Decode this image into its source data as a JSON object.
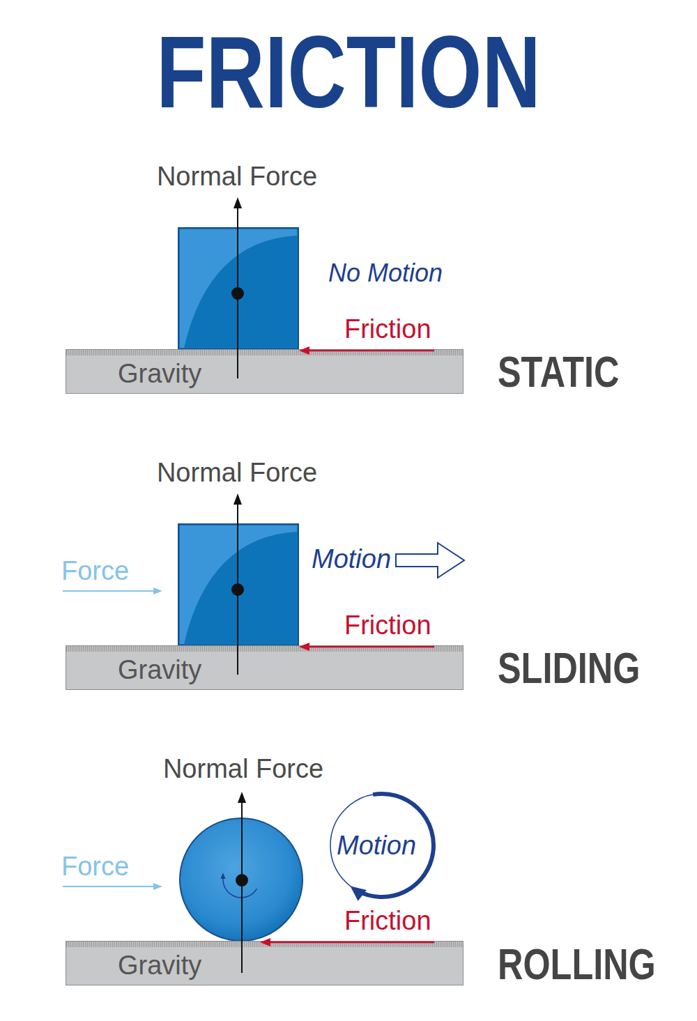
{
  "diagram": {
    "title": "FRICTION",
    "nodes": [
      {
        "text": [
          "Gravity"
        ]
      },
      {
        "text": [
          "Gravity"
        ]
      },
      {
        "text": [
          "Gravity"
        ]
      }
    ],
    "labels": [
      "Normal Force",
      "No Motion",
      "Friction",
      "STATIC",
      "Normal Force",
      "Force",
      "Motion",
      "Friction",
      "SLIDING",
      "Normal Force",
      "Force",
      "Motion",
      "Friction",
      "ROLLING"
    ]
  }
}
